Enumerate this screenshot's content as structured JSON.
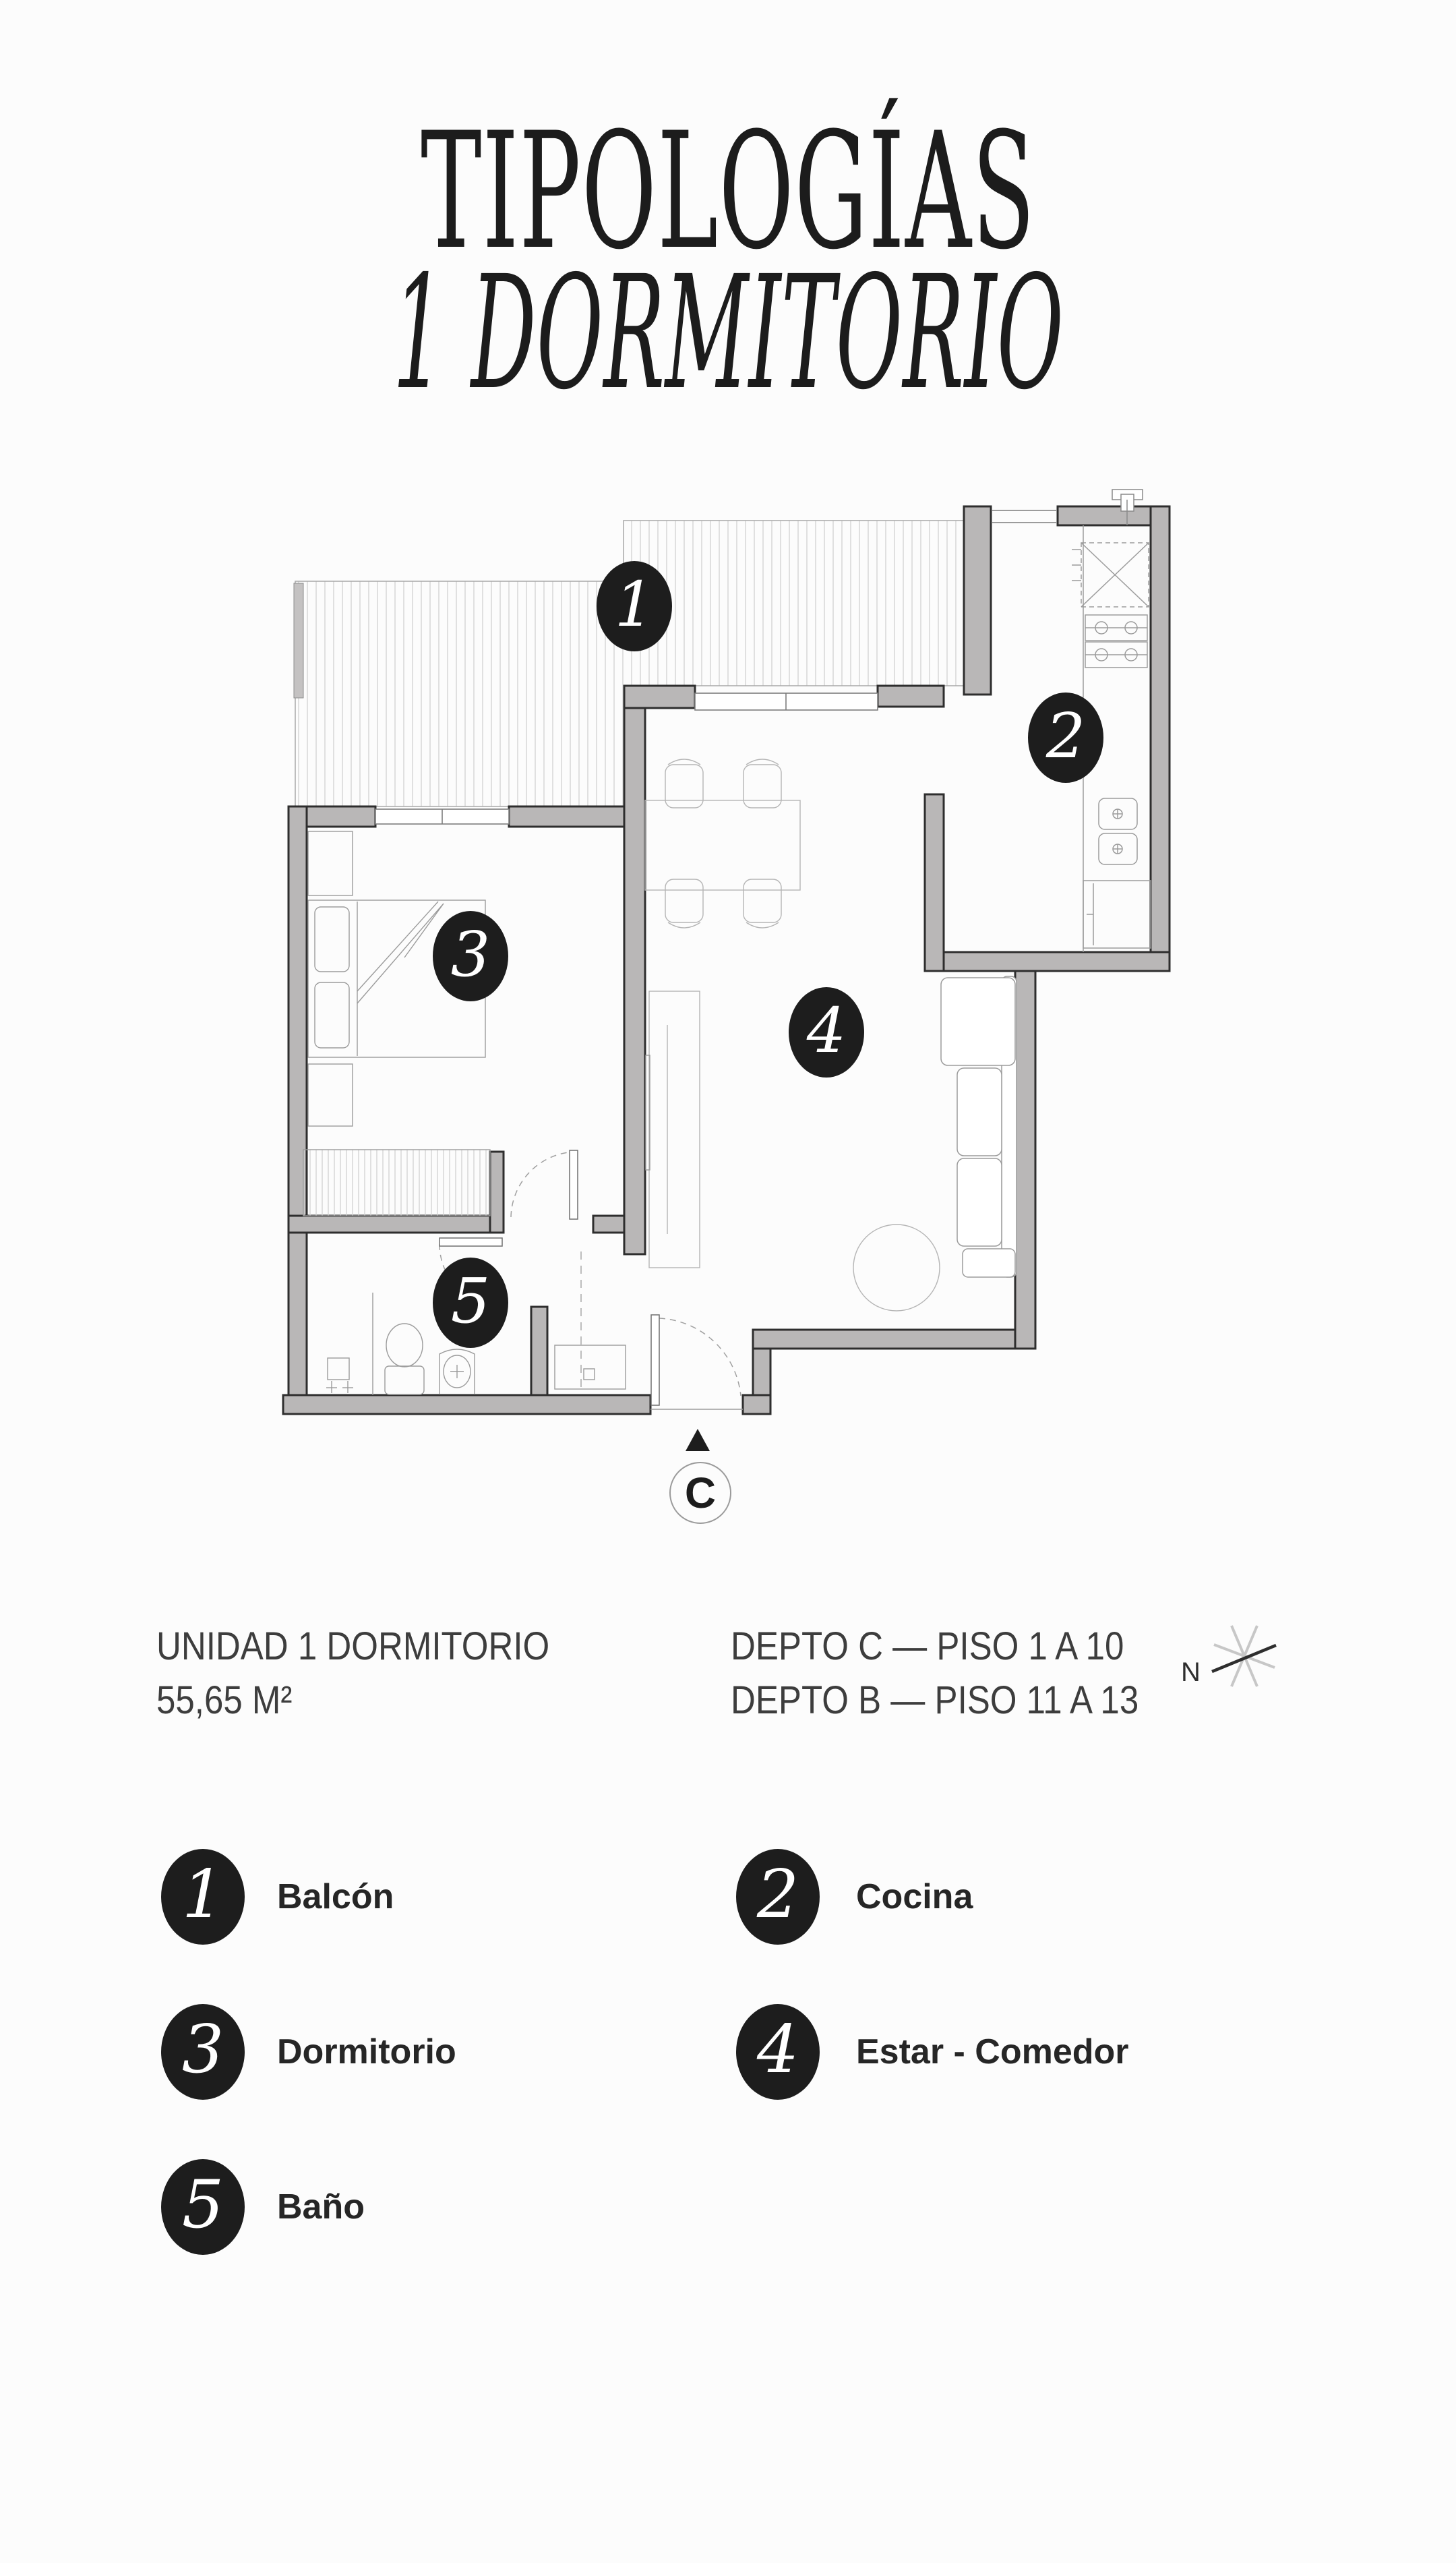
{
  "title": {
    "line1": "TIPOLOGÍAS",
    "line2": "1 DORMITORIO"
  },
  "floorplan": {
    "badges": [
      {
        "number": "1"
      },
      {
        "number": "2"
      },
      {
        "number": "3"
      },
      {
        "number": "4"
      },
      {
        "number": "5"
      }
    ],
    "entrance_label": "C",
    "compass_label": "N"
  },
  "unit_info": {
    "name": "UNIDAD 1 DORMITORIO",
    "area": "55,65 M²"
  },
  "depto_info": {
    "line1": "DEPTO C — PISO 1 A 10",
    "line2": "DEPTO B — PISO 11 A 13"
  },
  "legend": {
    "items": [
      {
        "number": "1",
        "label": "Balcón"
      },
      {
        "number": "2",
        "label": "Cocina"
      },
      {
        "number": "3",
        "label": "Dormitorio"
      },
      {
        "number": "4",
        "label": "Estar - Comedor"
      },
      {
        "number": "5",
        "label": "Baño"
      }
    ]
  },
  "colors": {
    "badge": "#1d1d1d",
    "wall": "#b9b7b7",
    "wall_outline": "#2e2e2e",
    "line": "#9b9b9b",
    "hatch": "#d8d8d8"
  }
}
